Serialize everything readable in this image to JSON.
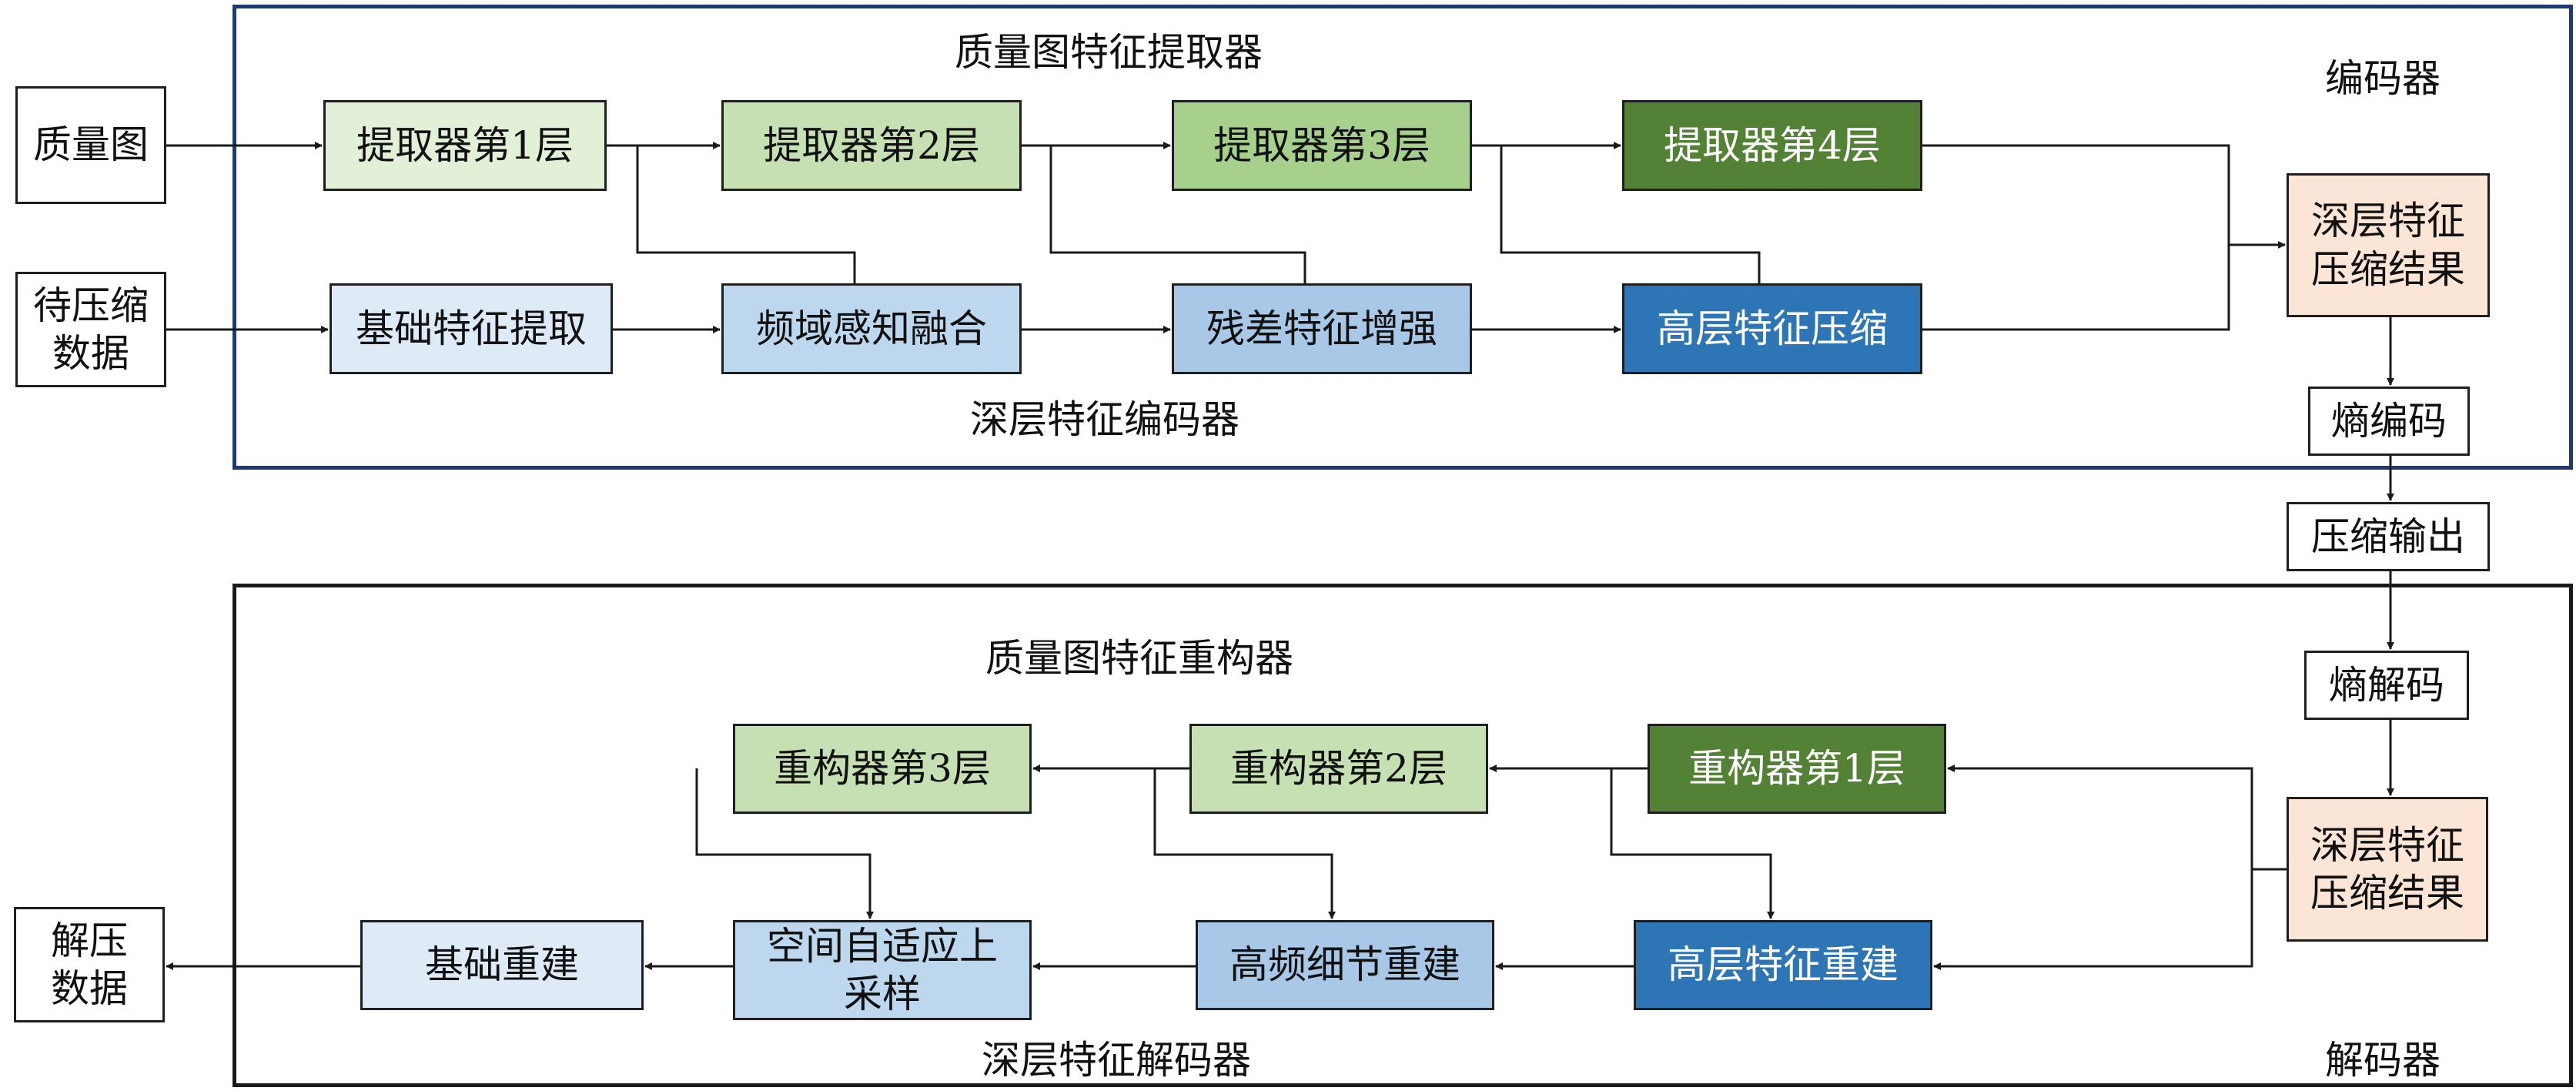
{
  "encoder": {
    "title": "编码器",
    "extractor_title": "质量图特征提取器",
    "deep_encoder_title": "深层特征编码器",
    "quality_map": "质量图",
    "input_data": "待压缩\n数据",
    "extractor_layers": [
      "提取器第1层",
      "提取器第2层",
      "提取器第3层",
      "提取器第4层"
    ],
    "deep_stages": [
      "基础特征提取",
      "频域感知融合",
      "残差特征增强",
      "高层特征压缩"
    ],
    "compressed_result": "深层特征\n压缩结果",
    "entropy_encode": "熵编码"
  },
  "compressed_output": "压缩输出",
  "decoder": {
    "title": "解码器",
    "reconstructor_title": "质量图特征重构器",
    "deep_decoder_title": "深层特征解码器",
    "entropy_decode": "熵解码",
    "compressed_result": "深层特征\n压缩结果",
    "reconstructor_layers": [
      "重构器第1层",
      "重构器第2层",
      "重构器第3层"
    ],
    "deep_stages": [
      "高层特征重建",
      "高频细节重建",
      "空间自适应上\n采样",
      "基础重建"
    ],
    "output_data": "解压\n数据"
  },
  "colors": {
    "encoder_border": "#1f3a6e",
    "decoder_border": "#1a1a1a",
    "green_1": "#e3f0d8",
    "green_2": "#c6e0b4",
    "green_3": "#a8d08d",
    "green_4": "#538135",
    "blue_1": "#deebf7",
    "blue_2": "#bdd7ee",
    "blue_3": "#a9c8e8",
    "blue_4": "#2e75b6",
    "peach": "#fbe5d6"
  }
}
